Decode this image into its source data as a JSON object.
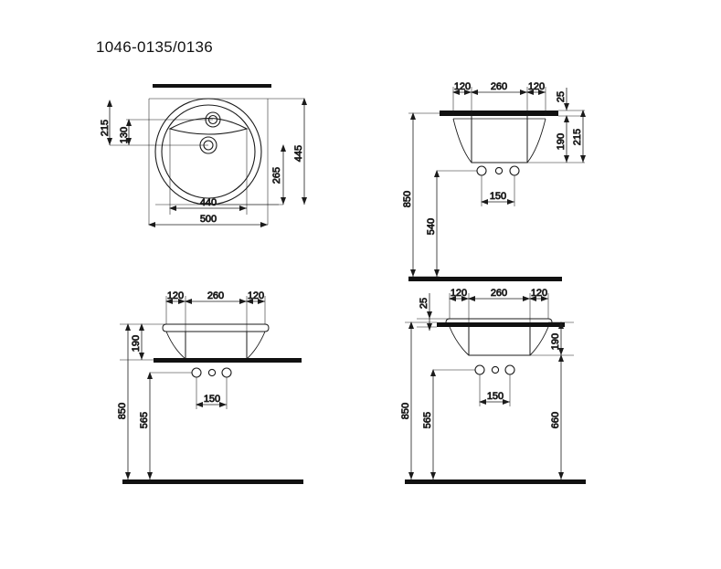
{
  "drawing": {
    "title": "1046-0135/0136",
    "type": "technical-drawing",
    "subject": "round washbasin / countertop basin",
    "units": "mm",
    "line_color": "#1b1b1b",
    "dimension_text_color": "#1b1b1b",
    "background": "#ffffff"
  },
  "views": {
    "plan": {
      "name": "top-plan-view",
      "dimensions": {
        "overall_width": "500",
        "bowl_width": "440",
        "overall_depth": "445",
        "bowl_depth": "265",
        "front_to_tap": "215",
        "shelf_offset": "130"
      }
    },
    "elevation_top_right": {
      "name": "section-under-counter",
      "dimensions": {
        "left_rim": "120",
        "bowl_span": "260",
        "right_rim": "120",
        "counter_thickness": "25",
        "bowl_depth": "190",
        "total_depth": "215",
        "counter_height": "850",
        "tap_height": "540",
        "tap_spacing": "150"
      }
    },
    "elevation_bottom_left": {
      "name": "section-inset-basin",
      "dimensions": {
        "left_rim": "120",
        "bowl_span": "260",
        "right_rim": "120",
        "bowl_depth": "190",
        "counter_height": "850",
        "tap_height": "565",
        "tap_spacing": "150"
      }
    },
    "elevation_bottom_right": {
      "name": "section-semi-recessed",
      "dimensions": {
        "counter_thickness": "25",
        "left_rim": "120",
        "bowl_span": "260",
        "right_rim": "120",
        "bowl_depth": "190",
        "counter_height": "850",
        "tap_height": "565",
        "tap_spacing": "150",
        "clear_height": "660"
      }
    }
  },
  "labels": {
    "v1_215": "215",
    "v1_130": "130",
    "v1_265": "265",
    "v1_445": "445",
    "v1_440": "440",
    "v1_500": "500",
    "v2_120a": "120",
    "v2_260": "260",
    "v2_120b": "120",
    "v2_25": "25",
    "v2_190": "190",
    "v2_215": "215",
    "v2_850": "850",
    "v2_540": "540",
    "v2_150": "150",
    "v3_120a": "120",
    "v3_260": "260",
    "v3_120b": "120",
    "v3_190": "190",
    "v3_850": "850",
    "v3_565": "565",
    "v3_150": "150",
    "v4_25": "25",
    "v4_120a": "120",
    "v4_260": "260",
    "v4_120b": "120",
    "v4_190": "190",
    "v4_850": "850",
    "v4_565": "565",
    "v4_150": "150",
    "v4_660": "660"
  }
}
